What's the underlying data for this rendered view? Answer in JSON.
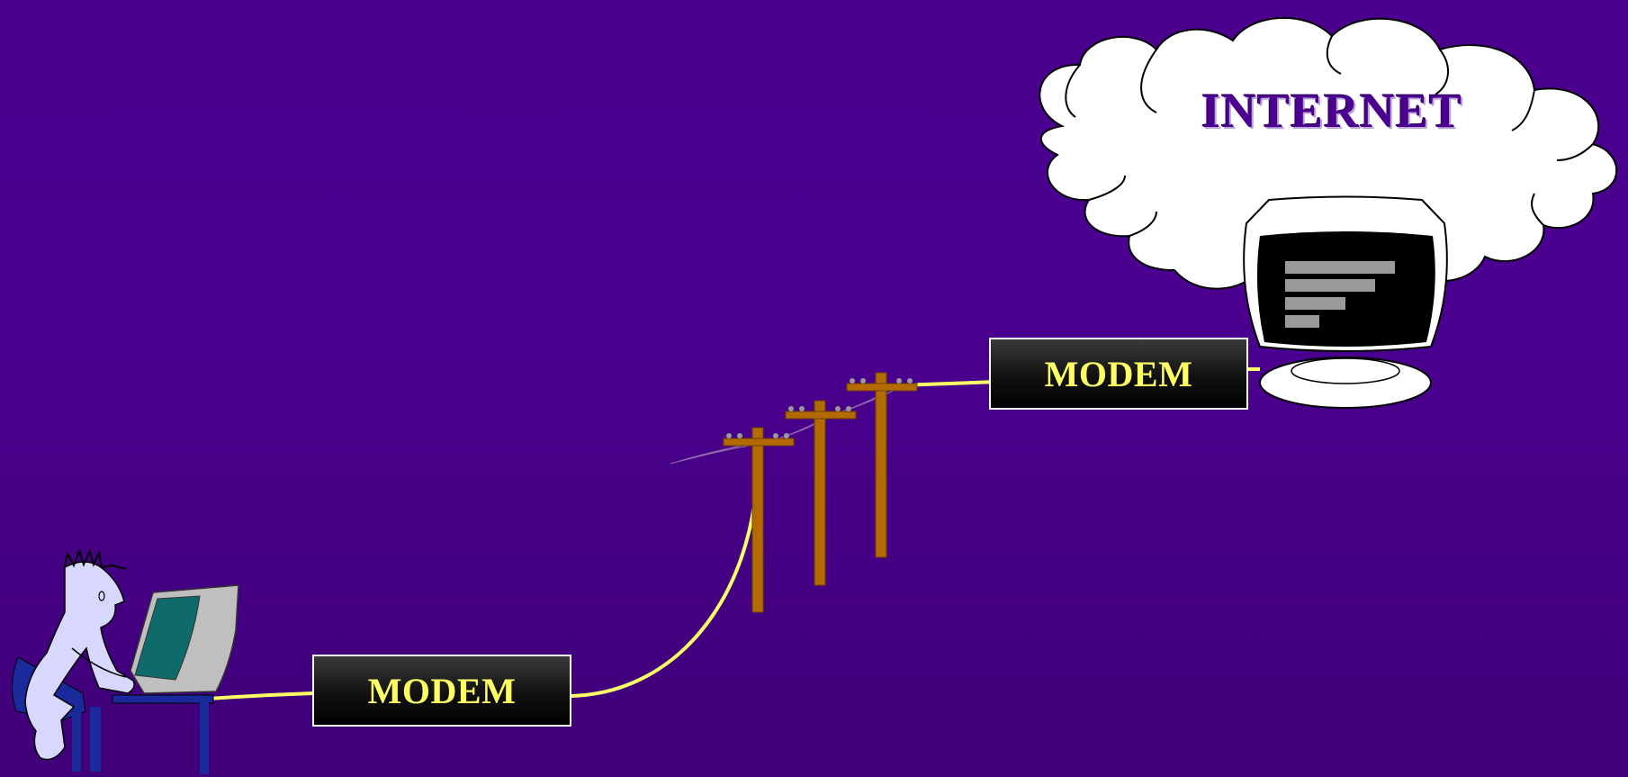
{
  "diagram": {
    "cloud_label": "INTERNET",
    "modem_left_label": "MODEM",
    "modem_right_label": "MODEM"
  },
  "colors": {
    "background": "#4b0090",
    "cable": "#ffff66",
    "modem_text": "#ffff66",
    "pole": "#b36b00",
    "cloud": "#ffffff",
    "user_figure": "#d8d8ff"
  },
  "icons": [
    "user-at-computer-icon",
    "telephone-pole-icon",
    "cloud-icon",
    "server-monitor-icon"
  ]
}
